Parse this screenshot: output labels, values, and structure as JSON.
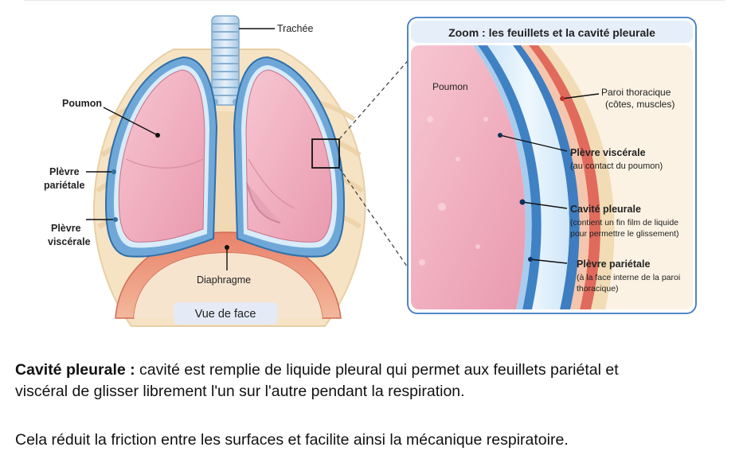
{
  "front_view": {
    "trachea": "Trachée",
    "lung": "Poumon",
    "parietal_pleura": [
      "Plèvre",
      "pariétale"
    ],
    "visceral_pleura": [
      "Plèvre",
      "viscérale"
    ],
    "diaphragm": "Diaphragme",
    "view_badge": "Vue de face"
  },
  "zoom": {
    "title": "Zoom : les feuillets et la cavité pleurale",
    "lung": "Poumon",
    "thoracic_wall": {
      "title": "Paroi thoracique",
      "detail": "(côtes, muscles)"
    },
    "visceral_pleura": {
      "title": "Plèvre viscérale",
      "detail": "(au contact du poumon)"
    },
    "pleural_cavity": {
      "title": "Cavité pleurale",
      "detail_1": "(contient un fin film de liquide",
      "detail_2": "pour permettre le glissement)"
    },
    "parietal_pleura": {
      "title": "Plèvre pariétale",
      "detail_1": "(à la face interne de la paroi",
      "detail_2": "thoracique)"
    }
  },
  "text": {
    "p1_term": "Cavité pleurale :",
    "p1_line1": " cavité est remplie de liquide pleural qui permet aux feuillets pariétal et",
    "p1_line2": "viscéral de glisser librement l'un sur l'autre pendant la respiration.",
    "p2": "Cela réduit la friction entre les surfaces et facilite ainsi la mécanique respiratoire."
  }
}
